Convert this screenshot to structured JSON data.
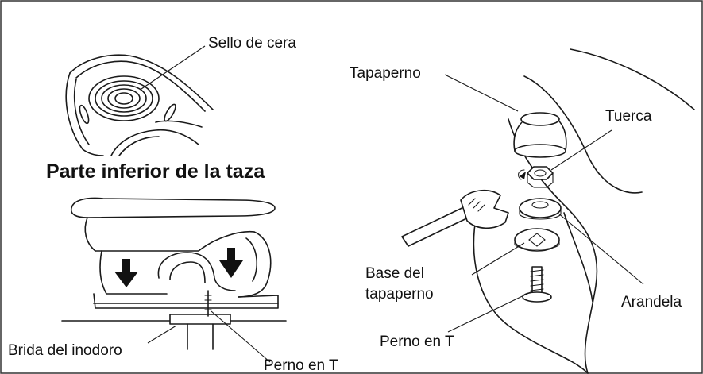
{
  "title": "Parte inferior de la taza",
  "labels": {
    "wax_seal": "Sello de cera",
    "bolt_cap": "Tapaperno",
    "nut": "Tuerca",
    "bolt_cap_base_line1": "Base del",
    "bolt_cap_base_line2": "tapaperno",
    "washer": "Arandela",
    "t_bolt_right": "Perno en T",
    "toilet_flange": "Brida del inodoro",
    "t_bolt_bottom": "Perno en T"
  },
  "colors": {
    "line": "#1a1a1a",
    "background": "#ffffff",
    "border": "#333333"
  },
  "icons": [
    "down-arrow-icon",
    "wrench-icon"
  ]
}
